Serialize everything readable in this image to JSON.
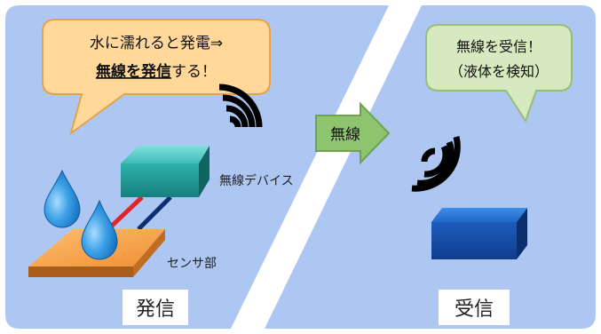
{
  "colors": {
    "panel_bg": "#aec6f2",
    "callout_orange_fill": "#ffd89a",
    "callout_orange_stroke": "#e3a44a",
    "callout_green_fill": "#d6e9bf",
    "callout_green_stroke": "#98bd74",
    "arrow_fill": "#8fc46f",
    "arrow_stroke": "#6da350",
    "water_drop": "#1a86d8",
    "sensor_orange": "#ef8f35",
    "wireless_device_teal": "#2aa3a0",
    "receiver_blue": "#1f5fbf",
    "wire_red": "#e0262a",
    "wire_navy": "#0b2f6e",
    "wave": "#000000"
  },
  "icons": [
    "water-drop-icon",
    "wireless-wave-icon",
    "arrow-right-icon"
  ],
  "left_panel": {
    "callout_line1": "水に濡れると発電⇒",
    "callout_line2_emph": "無線を発信",
    "callout_line2_rest": "する！",
    "device_label": "無線デバイス",
    "sensor_label": "センサ部",
    "footer_label": "発信"
  },
  "arrow": {
    "label": "無線"
  },
  "right_panel": {
    "callout_line1": "無線を受信！",
    "callout_line2": "（液体を検知）",
    "footer_label": "受信"
  }
}
